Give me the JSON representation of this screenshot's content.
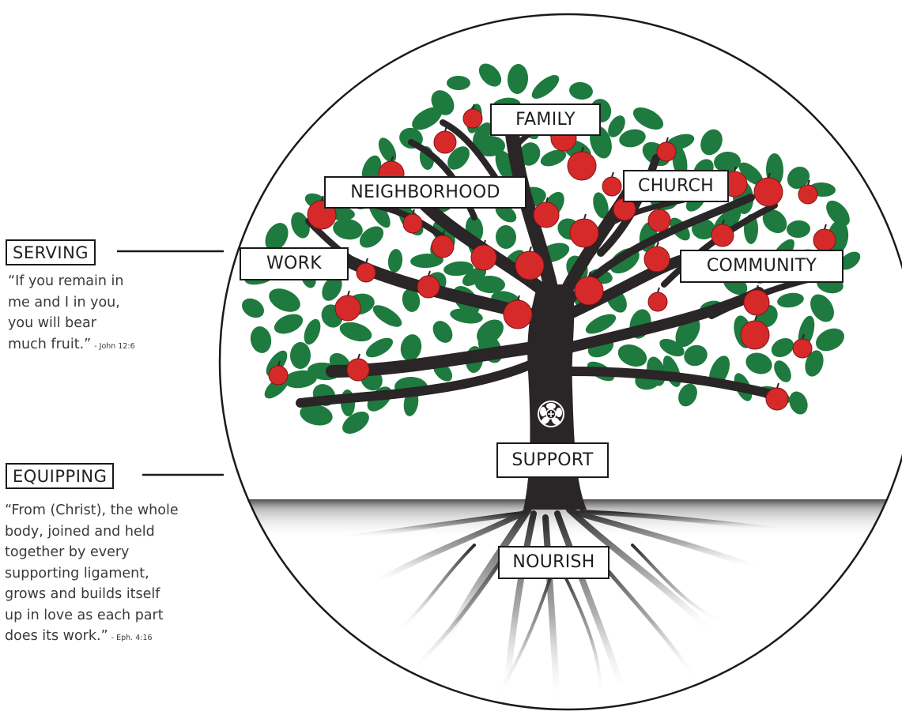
{
  "colors": {
    "leaf": "#1e7a3e",
    "fruit": "#d62a2a",
    "trunk": "#2a2526",
    "root": "#3a3a3a",
    "outline": "#1a1a1a",
    "text": "#3a3a3a"
  },
  "sections": {
    "serving": {
      "label": "SERVING",
      "quote_lines": [
        "“If you remain in",
        " me and I in you,",
        " you will bear",
        " much fruit.”"
      ],
      "citation": "- John 12:6"
    },
    "equipping": {
      "label": "EQUIPPING",
      "quote_lines": [
        "“From (Christ), the whole",
        " body, joined and held",
        " together by every",
        " supporting ligament,",
        " grows and builds itself",
        " up in love as each part",
        " does its work.”"
      ],
      "citation": "- Eph. 4:16"
    }
  },
  "tree_labels": {
    "family": "FAMILY",
    "neighborhood": "NEIGHBORHOOD",
    "church": "CHURCH",
    "work": "WORK",
    "community": "COMMUNITY",
    "support": "SUPPORT",
    "nourish": "NOURISH"
  },
  "emblem_icon": "luther-rose-icon"
}
